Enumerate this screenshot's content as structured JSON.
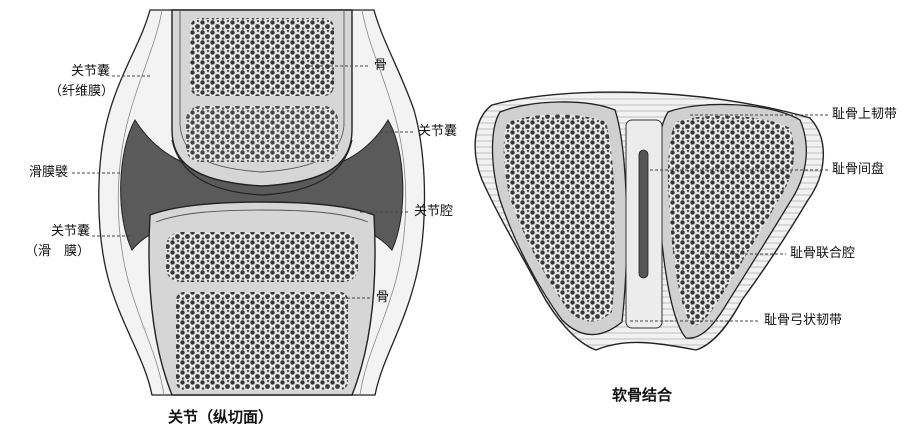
{
  "joint": {
    "caption": "关节（纵切面）",
    "labels": {
      "capsule_fibrous_1": "关节囊",
      "capsule_fibrous_2": "（纤维膜）",
      "synovial_fold": "滑膜襞",
      "capsule_synovial_1": "关节囊",
      "capsule_synovial_2": "（滑　膜）",
      "bone_top": "骨",
      "capsule_right": "关节囊",
      "joint_cavity": "关节腔",
      "bone_bottom": "骨"
    }
  },
  "symphysis": {
    "caption": "软骨结合",
    "labels": {
      "superior_ligament": "耻骨上韧带",
      "interpubic_disc": "耻骨间盘",
      "symphyseal_cavity": "耻骨联合腔",
      "arcuate_ligament": "耻骨弓状韧带"
    }
  },
  "colors": {
    "ink": "#1a1a1a",
    "bone_fill": "#d9d9d9",
    "spongy": "#3a3a3a",
    "cartilage": "#eeeeee",
    "cavity_dark": "#4a4a4a"
  }
}
